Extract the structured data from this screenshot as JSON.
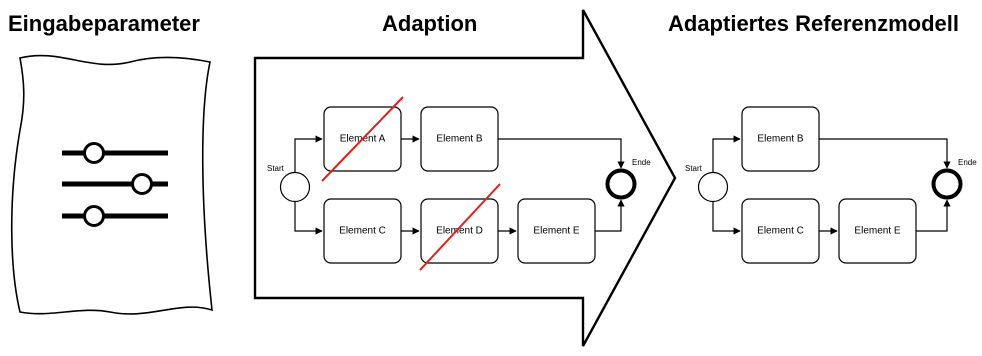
{
  "titles": {
    "input": "Eingabeparameter",
    "adaption": "Adaption",
    "result": "Adaptiertes Referenzmodell"
  },
  "process_in_arrow": {
    "start_label": "Start",
    "end_label": "Ende",
    "elements": {
      "a": "Element A",
      "b": "Element B",
      "c": "Element C",
      "d": "Element D",
      "e": "Element E"
    },
    "removed": [
      "Element A",
      "Element D"
    ]
  },
  "process_result": {
    "start_label": "Start",
    "end_label": "Ende",
    "elements": {
      "b": "Element B",
      "c": "Element C",
      "e": "Element E"
    }
  },
  "colors": {
    "strike": "#e0201b",
    "line": "#000000"
  }
}
